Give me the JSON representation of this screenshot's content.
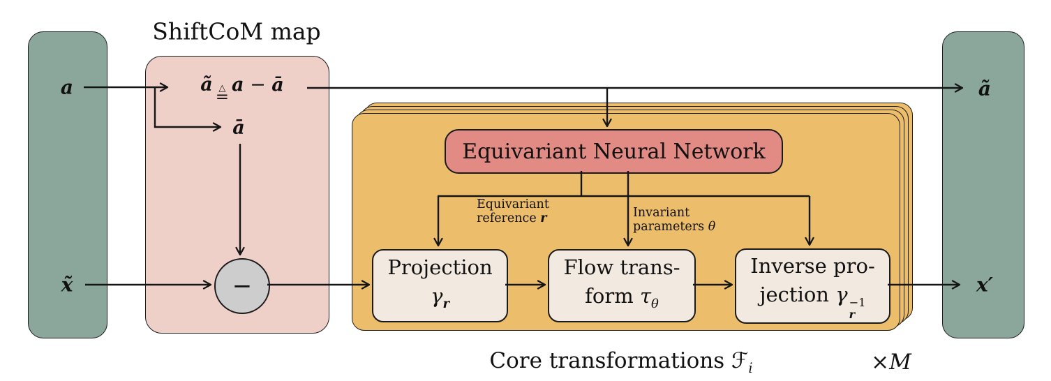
{
  "colors": {
    "green": "#8ba79c",
    "pink": "#efd0c9",
    "orange": "#ecbd6b",
    "red": "#e28b85",
    "cream": "#f2eae0",
    "gray_node": "#cdcdce",
    "line": "#151515"
  },
  "left_block": {
    "top_label": "a",
    "bottom_label": "x̃"
  },
  "right_block": {
    "top_label": "ã",
    "bottom_label": "x′"
  },
  "shiftcom": {
    "title": "ShiftCoM map",
    "eq_lhs": "ã",
    "eq_rel_top": "△",
    "eq_rel_bottom": "=",
    "eq_var": "a",
    "eq_minus": "−",
    "eq_mean": "ā",
    "branch_label": "ā",
    "subtract_node_symbol": "−"
  },
  "core": {
    "enn_label": "Equivariant Neural Network",
    "equivariant_reference": {
      "line1": "Equivariant",
      "line2": "reference ",
      "var": "r"
    },
    "invariant_parameters": {
      "line1": "Invariant",
      "line2": "parameters ",
      "var": "θ"
    },
    "projection": {
      "title": "Projection",
      "symbol": "γ",
      "sub": "r"
    },
    "flow": {
      "line1": "Flow trans-",
      "line2": "form ",
      "symbol": "τ",
      "sub": "θ"
    },
    "inverse": {
      "line1": "Inverse pro-",
      "line2": "jection ",
      "symbol": "γ",
      "sub": "r",
      "sup": "−1"
    },
    "caption": {
      "text": "Core transformations ",
      "f": "ℱ",
      "sub": "i"
    },
    "repeat": {
      "times": "×",
      "var": "M"
    }
  }
}
